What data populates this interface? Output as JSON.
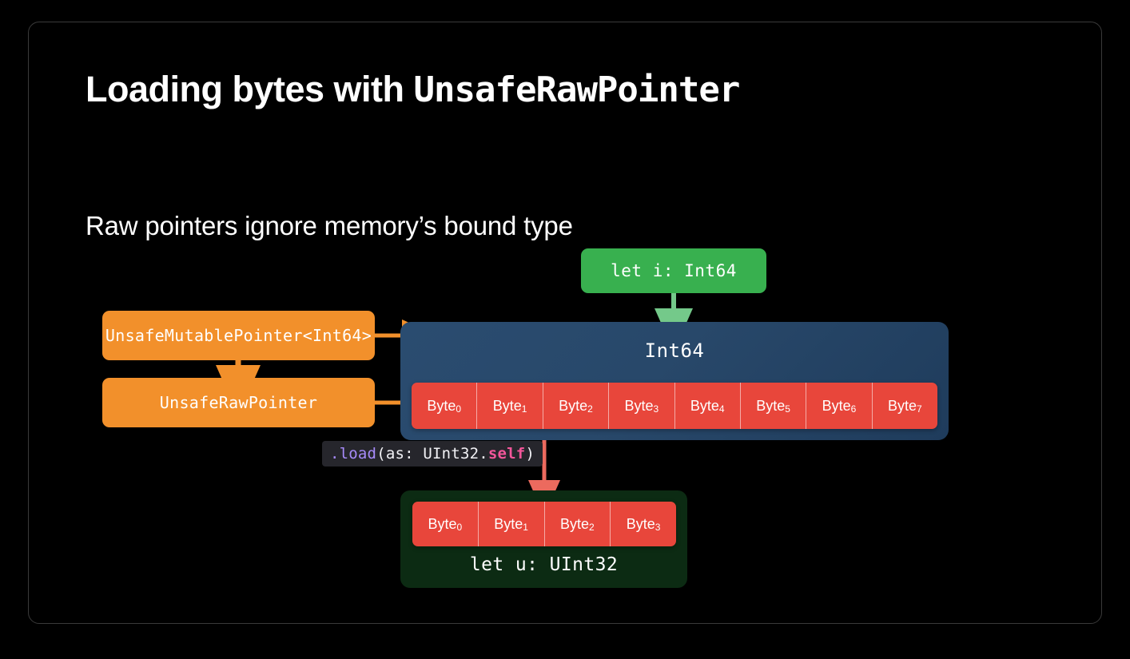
{
  "slide": {
    "title_plain": "Loading bytes with ",
    "title_mono": "UnsafeRawPointer",
    "subtitle": "Raw pointers ignore memory’s bound type"
  },
  "diagram": {
    "declaration_box": {
      "label": "let i: Int64",
      "color": "#38b04f"
    },
    "pointer_boxes": [
      {
        "label": "UnsafeMutablePointer<Int64>",
        "color": "#f2902b"
      },
      {
        "label": "UnsafeRawPointer",
        "color": "#f2902b"
      }
    ],
    "memory_region": {
      "type_label": "Int64",
      "color": "#28486a",
      "byte_color": "#e8463b",
      "bytes": [
        {
          "name": "Byte",
          "index": "0"
        },
        {
          "name": "Byte",
          "index": "1"
        },
        {
          "name": "Byte",
          "index": "2"
        },
        {
          "name": "Byte",
          "index": "3"
        },
        {
          "name": "Byte",
          "index": "4"
        },
        {
          "name": "Byte",
          "index": "5"
        },
        {
          "name": "Byte",
          "index": "6"
        },
        {
          "name": "Byte",
          "index": "7"
        }
      ]
    },
    "load_call": {
      "dot": ".",
      "fn": "load",
      "args_open": "(as: UInt32.",
      "keyword": "self",
      "args_close": ")"
    },
    "result_box": {
      "label": "let u: UInt32",
      "color": "#0c2b13",
      "byte_color": "#e8463b",
      "bytes": [
        {
          "name": "Byte",
          "index": "0"
        },
        {
          "name": "Byte",
          "index": "1"
        },
        {
          "name": "Byte",
          "index": "2"
        },
        {
          "name": "Byte",
          "index": "3"
        }
      ]
    },
    "arrow_colors": {
      "green": "#74c98a",
      "orange": "#f2902b",
      "red": "#ec6a5e"
    }
  }
}
